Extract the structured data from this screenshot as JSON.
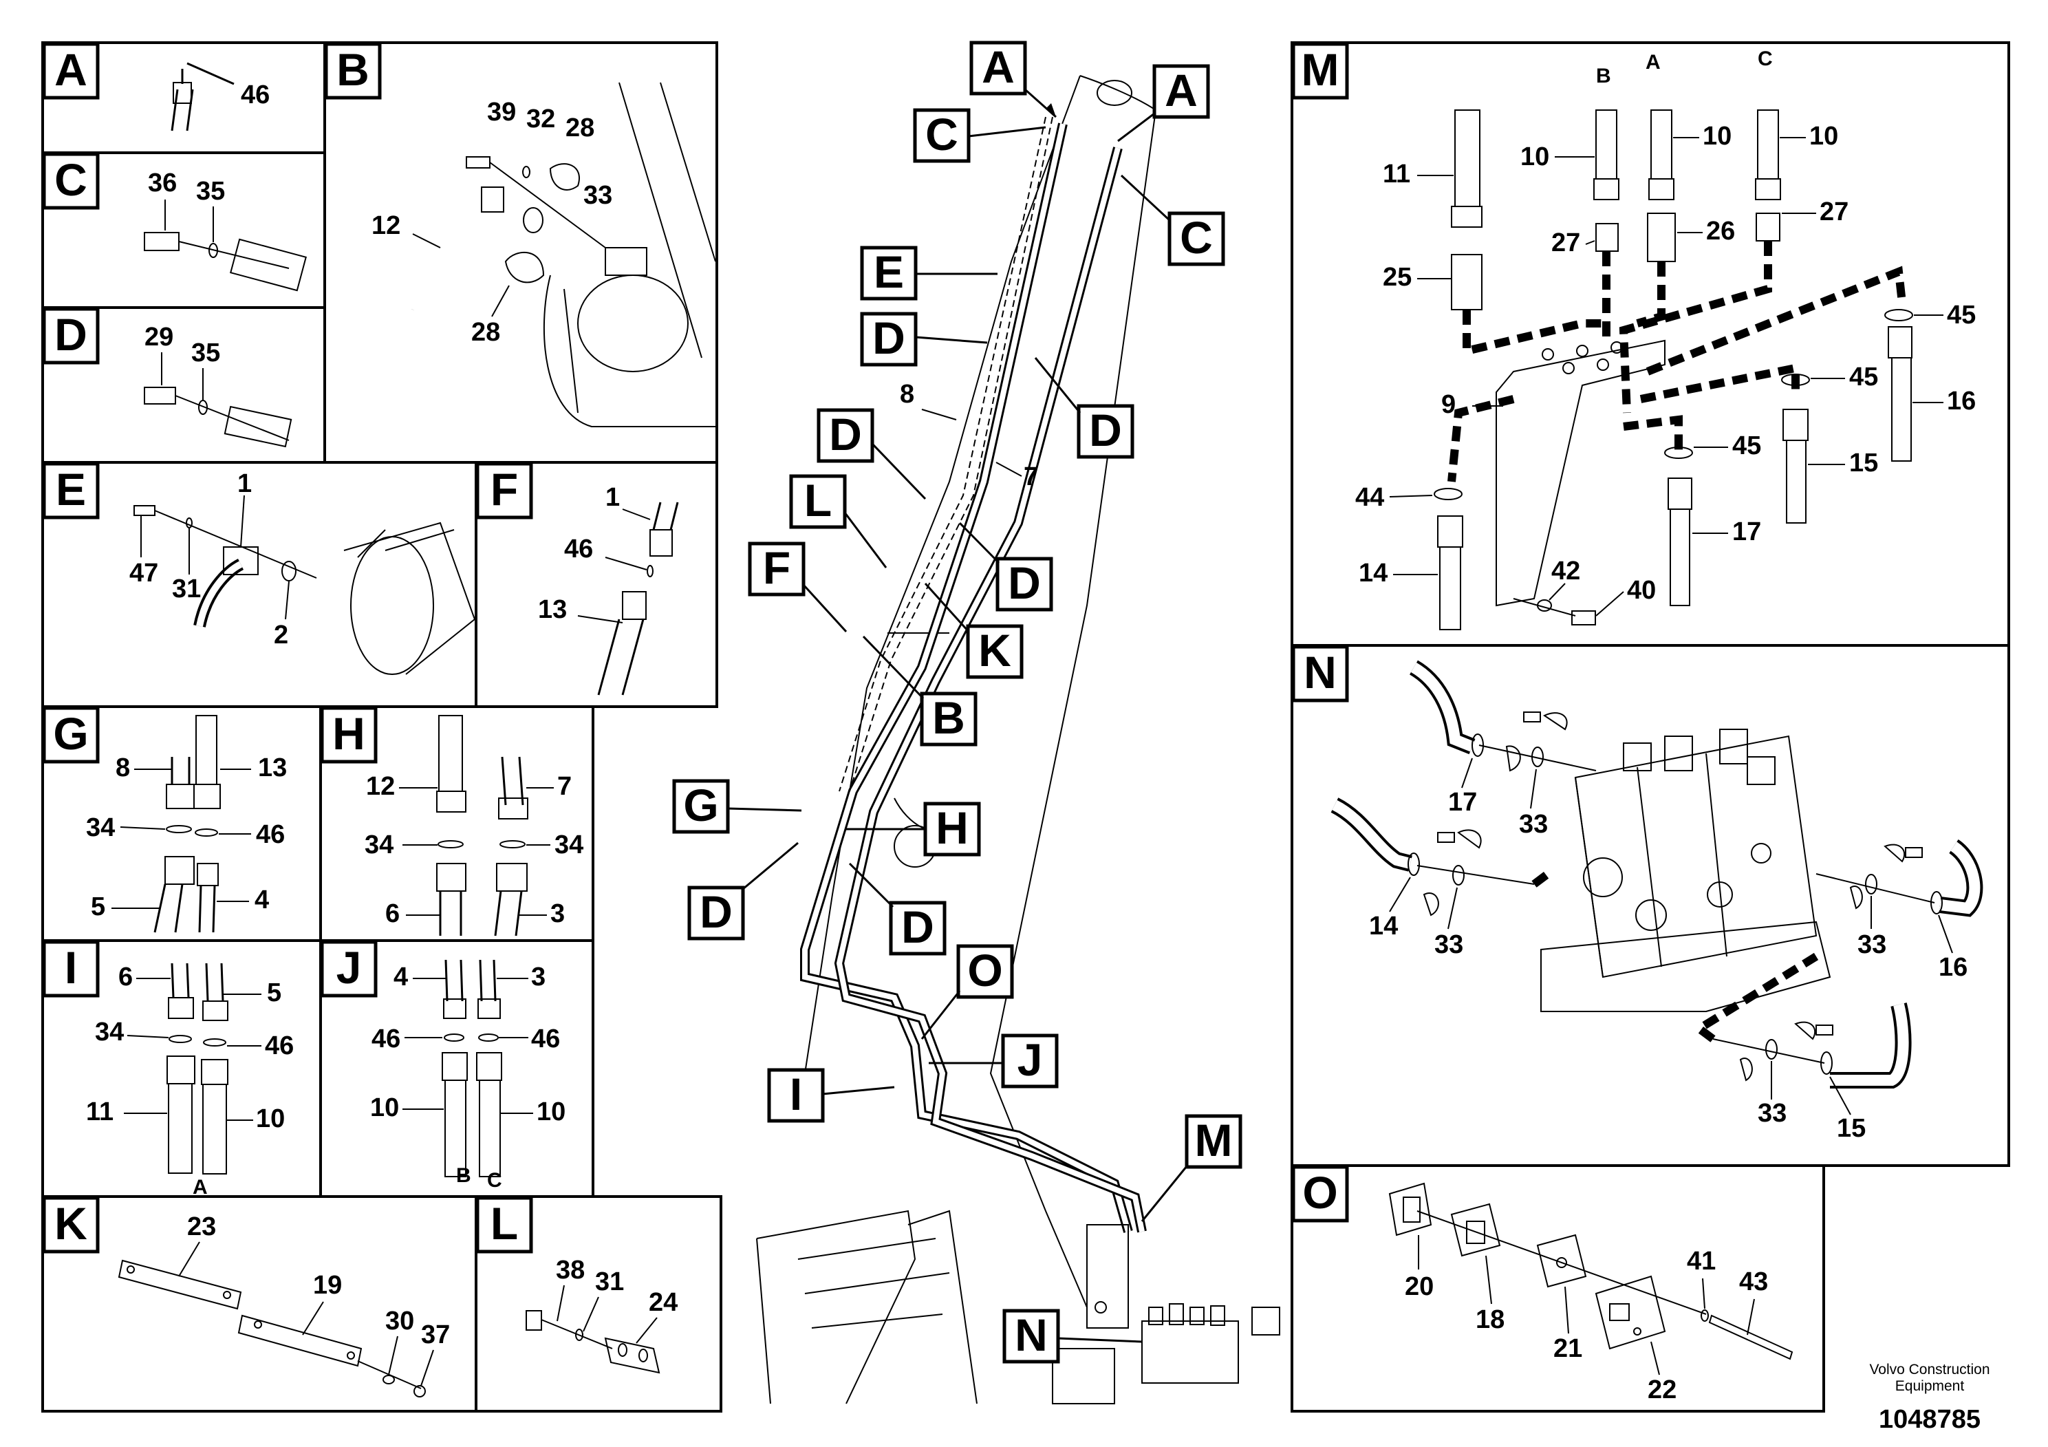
{
  "panels": {
    "A": {
      "title": "A",
      "parts": [
        "46"
      ]
    },
    "B": {
      "title": "B",
      "parts": [
        "39",
        "32",
        "28",
        "33",
        "12",
        "28"
      ]
    },
    "C": {
      "title": "C",
      "parts": [
        "36",
        "35"
      ]
    },
    "D": {
      "title": "D",
      "parts": [
        "29",
        "35"
      ]
    },
    "E": {
      "title": "E",
      "parts": [
        "1",
        "47",
        "31",
        "2"
      ]
    },
    "F": {
      "title": "F",
      "parts": [
        "1",
        "46",
        "13"
      ]
    },
    "G": {
      "title": "G",
      "parts": [
        "8",
        "13",
        "34",
        "46",
        "5",
        "4"
      ]
    },
    "H": {
      "title": "H",
      "parts": [
        "12",
        "7",
        "34",
        "34",
        "6",
        "3"
      ]
    },
    "I": {
      "title": "I",
      "parts": [
        "6",
        "5",
        "34",
        "46",
        "11",
        "10"
      ],
      "port": "A"
    },
    "J": {
      "title": "J",
      "parts": [
        "4",
        "3",
        "46",
        "46",
        "10",
        "10"
      ],
      "ports": [
        "B",
        "C"
      ]
    },
    "K": {
      "title": "K",
      "parts": [
        "23",
        "19",
        "30",
        "37"
      ]
    },
    "L": {
      "title": "L",
      "parts": [
        "38",
        "31",
        "24"
      ]
    },
    "M": {
      "title": "M",
      "ports": [
        "B",
        "A",
        "C"
      ],
      "parts": [
        "11",
        "10",
        "10",
        "10",
        "27",
        "26",
        "27",
        "25",
        "9",
        "45",
        "45",
        "45",
        "16",
        "15",
        "17",
        "44",
        "14",
        "42",
        "40"
      ]
    },
    "N": {
      "title": "N",
      "parts": [
        "17",
        "33",
        "14",
        "33",
        "33",
        "16",
        "33",
        "15"
      ]
    },
    "O": {
      "title": "O",
      "parts": [
        "20",
        "18",
        "21",
        "22",
        "41",
        "43"
      ]
    }
  },
  "main": {
    "callouts": [
      "A",
      "A",
      "C",
      "C",
      "E",
      "D",
      "D",
      "D",
      "L",
      "F",
      "D",
      "K",
      "B",
      "G",
      "H",
      "D",
      "D",
      "O",
      "J",
      "I",
      "M",
      "N"
    ],
    "parts": [
      "8",
      "7"
    ]
  },
  "footer": {
    "credit_line1": "Volvo Construction",
    "credit_line2": "Equipment",
    "doc_number": "1048785"
  }
}
